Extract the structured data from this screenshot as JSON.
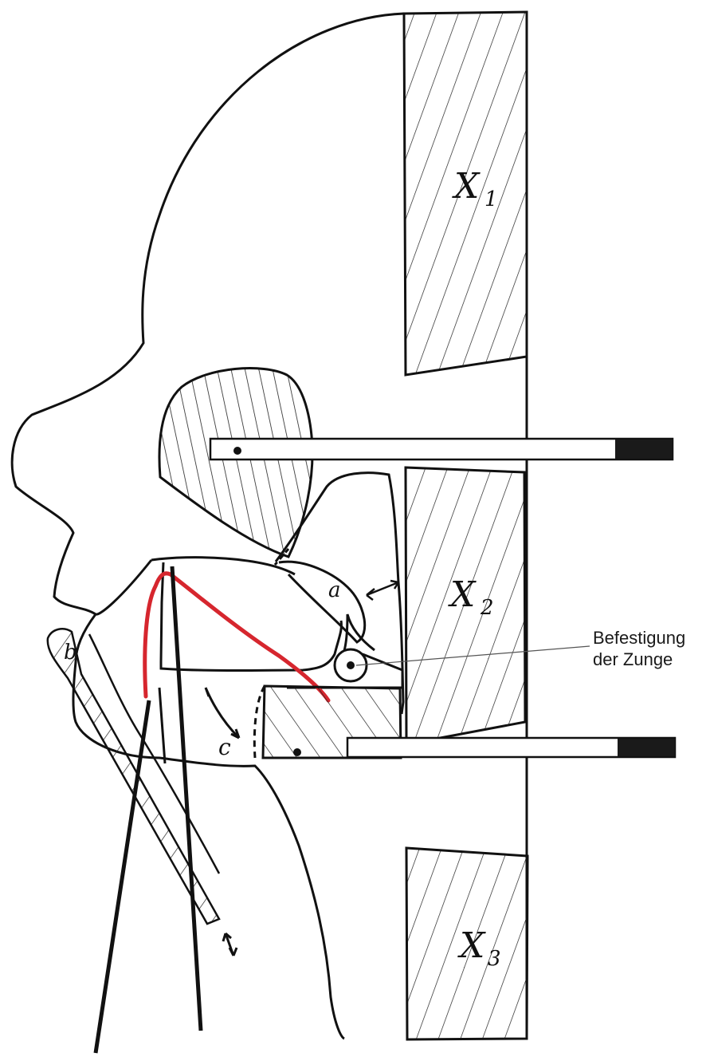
{
  "diagram": {
    "labels": {
      "x1": "X",
      "x1_sub": "1",
      "x2": "X",
      "x2_sub": "2",
      "x3": "X",
      "x3_sub": "3",
      "a": "a",
      "b": "b",
      "c": "c"
    },
    "annotation": {
      "line1": "Befestigung",
      "line2": "der Zunge"
    },
    "colors": {
      "ink": "#111111",
      "tongue_curve": "#d6262e",
      "paper": "#ffffff",
      "bar_tip": "#1a1a1a"
    }
  }
}
